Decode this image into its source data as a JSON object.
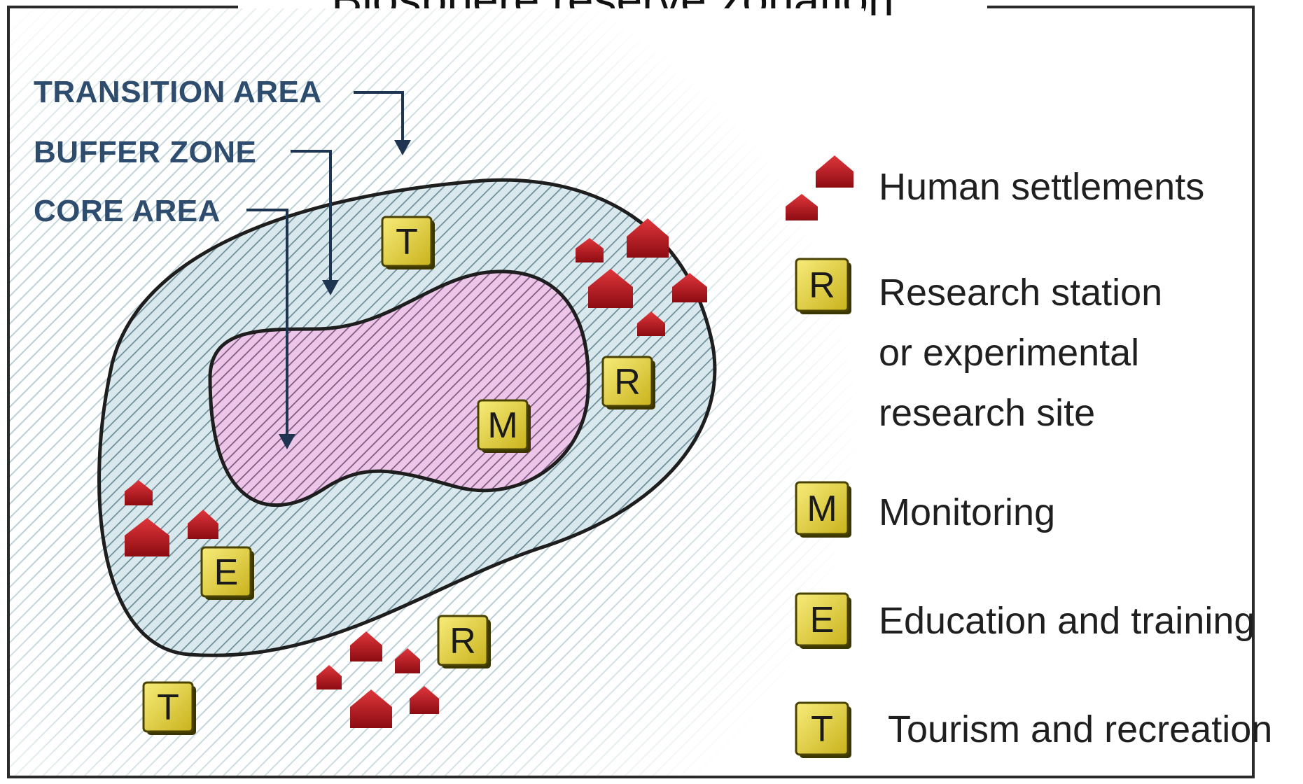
{
  "title": "Biosphere reserve zonation",
  "zones": {
    "transition": "TRANSITION AREA",
    "buffer": "BUFFER ZONE",
    "core": "CORE AREA"
  },
  "markers": [
    {
      "letter": "T"
    },
    {
      "letter": "R"
    },
    {
      "letter": "M"
    },
    {
      "letter": "E"
    },
    {
      "letter": "R"
    },
    {
      "letter": "T"
    }
  ],
  "legend": {
    "settlements": "Human settlements",
    "research_1": "Research station",
    "research_2": "or experimental",
    "research_3": "research site",
    "research_letter": "R",
    "monitoring": "Monitoring",
    "monitoring_letter": "M",
    "education": "Education and training",
    "education_letter": "E",
    "tourism": "Tourism and recreation",
    "tourism_letter": "T"
  },
  "colors": {
    "zone_label": "#2e4d6e",
    "marker_fill": "#e6d23a",
    "settlement": "#b3141b",
    "core_fill": "#e2b6dc",
    "buffer_fill": "#c6dde2"
  }
}
